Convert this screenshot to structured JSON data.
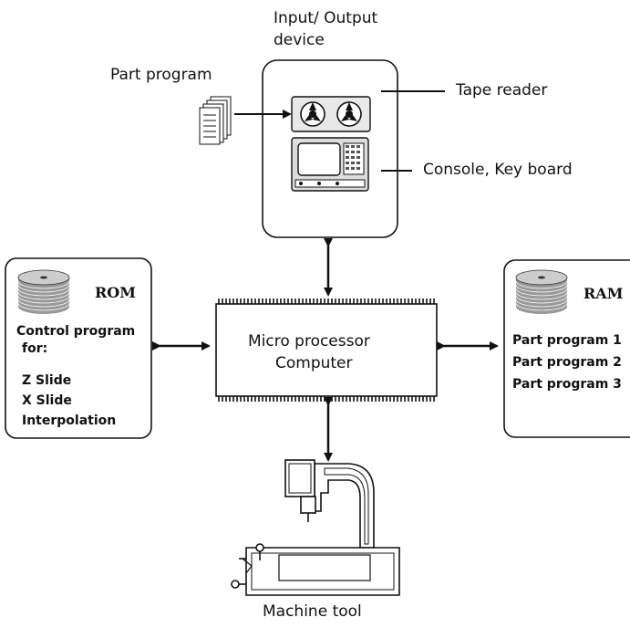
{
  "io_device": {
    "title_line1": "Input/ Output",
    "title_line2": "device"
  },
  "labels": {
    "part_program": "Part program",
    "tape_reader": "Tape reader",
    "console": "Console, Key board",
    "micro_line1": "Micro processor",
    "micro_line2": "Computer",
    "machine_tool": "Machine tool"
  },
  "rom": {
    "title": "ROM",
    "line1": "Control program",
    "line2": "for:",
    "items": [
      "Z Slide",
      "X Slide",
      "Interpolation"
    ]
  },
  "ram": {
    "title": "RAM",
    "items": [
      "Part program 1",
      "Part program 2",
      "Part program 3"
    ]
  }
}
